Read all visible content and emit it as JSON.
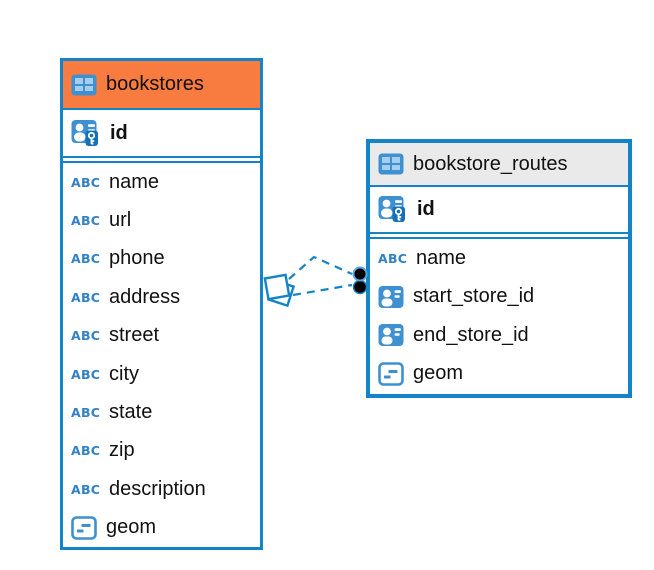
{
  "canvas": {
    "background": "#ffffff"
  },
  "colors": {
    "table_border": "#1484C8",
    "bookstores_header": "#F87B40",
    "bookstore_routes_header": "#EAEAEA",
    "icon_blue": "#3E90D1",
    "icon_cell_light": "#A6CDEB",
    "key_badge_blue": "#1470B8",
    "type_label_blue": "#3282C4",
    "relationship_line": "#1484C8",
    "relationship_dot": "#000000",
    "text": "#111111"
  },
  "icons": {
    "text_type_label": "ABC"
  },
  "tables": [
    {
      "name": "bookstores",
      "header_style": "orange",
      "rows": [
        {
          "name": "id",
          "icon": "primary-key",
          "bold": true
        },
        {
          "name": "name",
          "icon": "text"
        },
        {
          "name": "url",
          "icon": "text"
        },
        {
          "name": "phone",
          "icon": "text"
        },
        {
          "name": "address",
          "icon": "text"
        },
        {
          "name": "street",
          "icon": "text"
        },
        {
          "name": "city",
          "icon": "text"
        },
        {
          "name": "state",
          "icon": "text"
        },
        {
          "name": "zip",
          "icon": "text"
        },
        {
          "name": "description",
          "icon": "text"
        },
        {
          "name": "geom",
          "icon": "geometry"
        }
      ]
    },
    {
      "name": "bookstore_routes",
      "header_style": "gray",
      "rows": [
        {
          "name": "id",
          "icon": "primary-key",
          "bold": true
        },
        {
          "name": "name",
          "icon": "text"
        },
        {
          "name": "start_store_id",
          "icon": "reference"
        },
        {
          "name": "end_store_id",
          "icon": "reference"
        },
        {
          "name": "geom",
          "icon": "geometry"
        }
      ]
    }
  ],
  "relationship": {
    "style": "dashed",
    "line_count": 2,
    "source_table": "bookstores",
    "target_table": "bookstore_routes",
    "source_marker": "stacked-squares",
    "target_marker": "double-dot"
  }
}
